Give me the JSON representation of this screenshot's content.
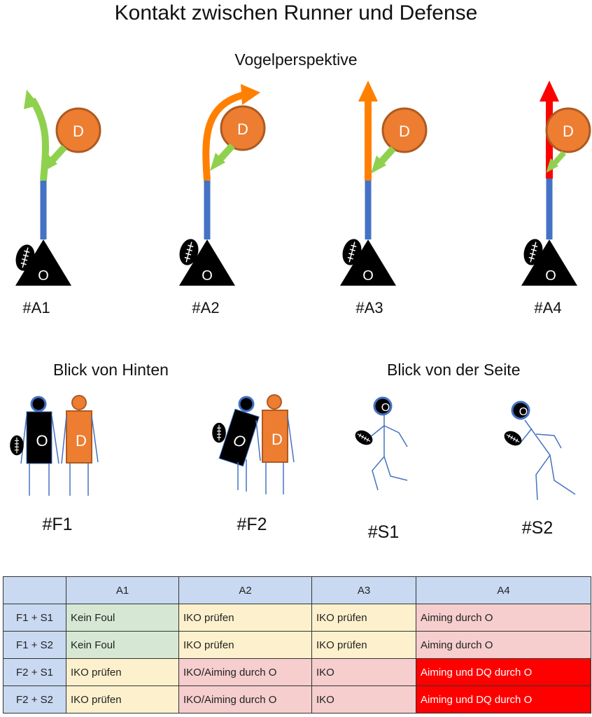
{
  "title": "Kontakt zwischen Runner und Defense",
  "birdseye": {
    "label": "Vogelperspektive",
    "cases": [
      {
        "id": "#A1",
        "path_color": "#8fd14f"
      },
      {
        "id": "#A2",
        "path_color": "#ff8000"
      },
      {
        "id": "#A3",
        "path_color": "#ff8000"
      },
      {
        "id": "#A4",
        "path_color": "#ff0000"
      }
    ],
    "defender_letter": "D",
    "offense_letter": "O"
  },
  "rear_view": {
    "label": "Blick von Hinten",
    "cases": [
      "#F1",
      "#F2"
    ]
  },
  "side_view": {
    "label": "Blick von der Seite",
    "cases": [
      "#S1",
      "#S2"
    ]
  },
  "colors": {
    "defender": "#ed7d31",
    "defender_stroke": "#ae5a21",
    "offense": "#000000",
    "runner_line": "#4472c4",
    "contact_arrow": "#8fd14f",
    "header_bg": "#c9d9f1"
  },
  "table": {
    "columns": [
      "",
      "A1",
      "A2",
      "A3",
      "A4"
    ],
    "rows": [
      {
        "label": "F1 + S1",
        "cells": [
          {
            "text": "Kein Foul",
            "tone": "green"
          },
          {
            "text": "IKO prüfen",
            "tone": "yellow"
          },
          {
            "text": "IKO prüfen",
            "tone": "yellow"
          },
          {
            "text": "Aiming durch O",
            "tone": "red"
          }
        ]
      },
      {
        "label": "F1 + S2",
        "cells": [
          {
            "text": "Kein Foul",
            "tone": "green"
          },
          {
            "text": "IKO prüfen",
            "tone": "yellow"
          },
          {
            "text": "IKO prüfen",
            "tone": "yellow"
          },
          {
            "text": "Aiming durch O",
            "tone": "red"
          }
        ]
      },
      {
        "label": "F2 + S1",
        "cells": [
          {
            "text": "IKO prüfen",
            "tone": "yellow"
          },
          {
            "text": "IKO/Aiming durch O",
            "tone": "red"
          },
          {
            "text": "IKO",
            "tone": "red"
          },
          {
            "text": "Aiming und DQ durch O",
            "tone": "strong"
          }
        ]
      },
      {
        "label": "F2 + S2",
        "cells": [
          {
            "text": "IKO prüfen",
            "tone": "yellow"
          },
          {
            "text": "IKO/Aiming durch O",
            "tone": "red"
          },
          {
            "text": "IKO",
            "tone": "red"
          },
          {
            "text": "Aiming und DQ durch O",
            "tone": "strong"
          }
        ]
      }
    ]
  }
}
